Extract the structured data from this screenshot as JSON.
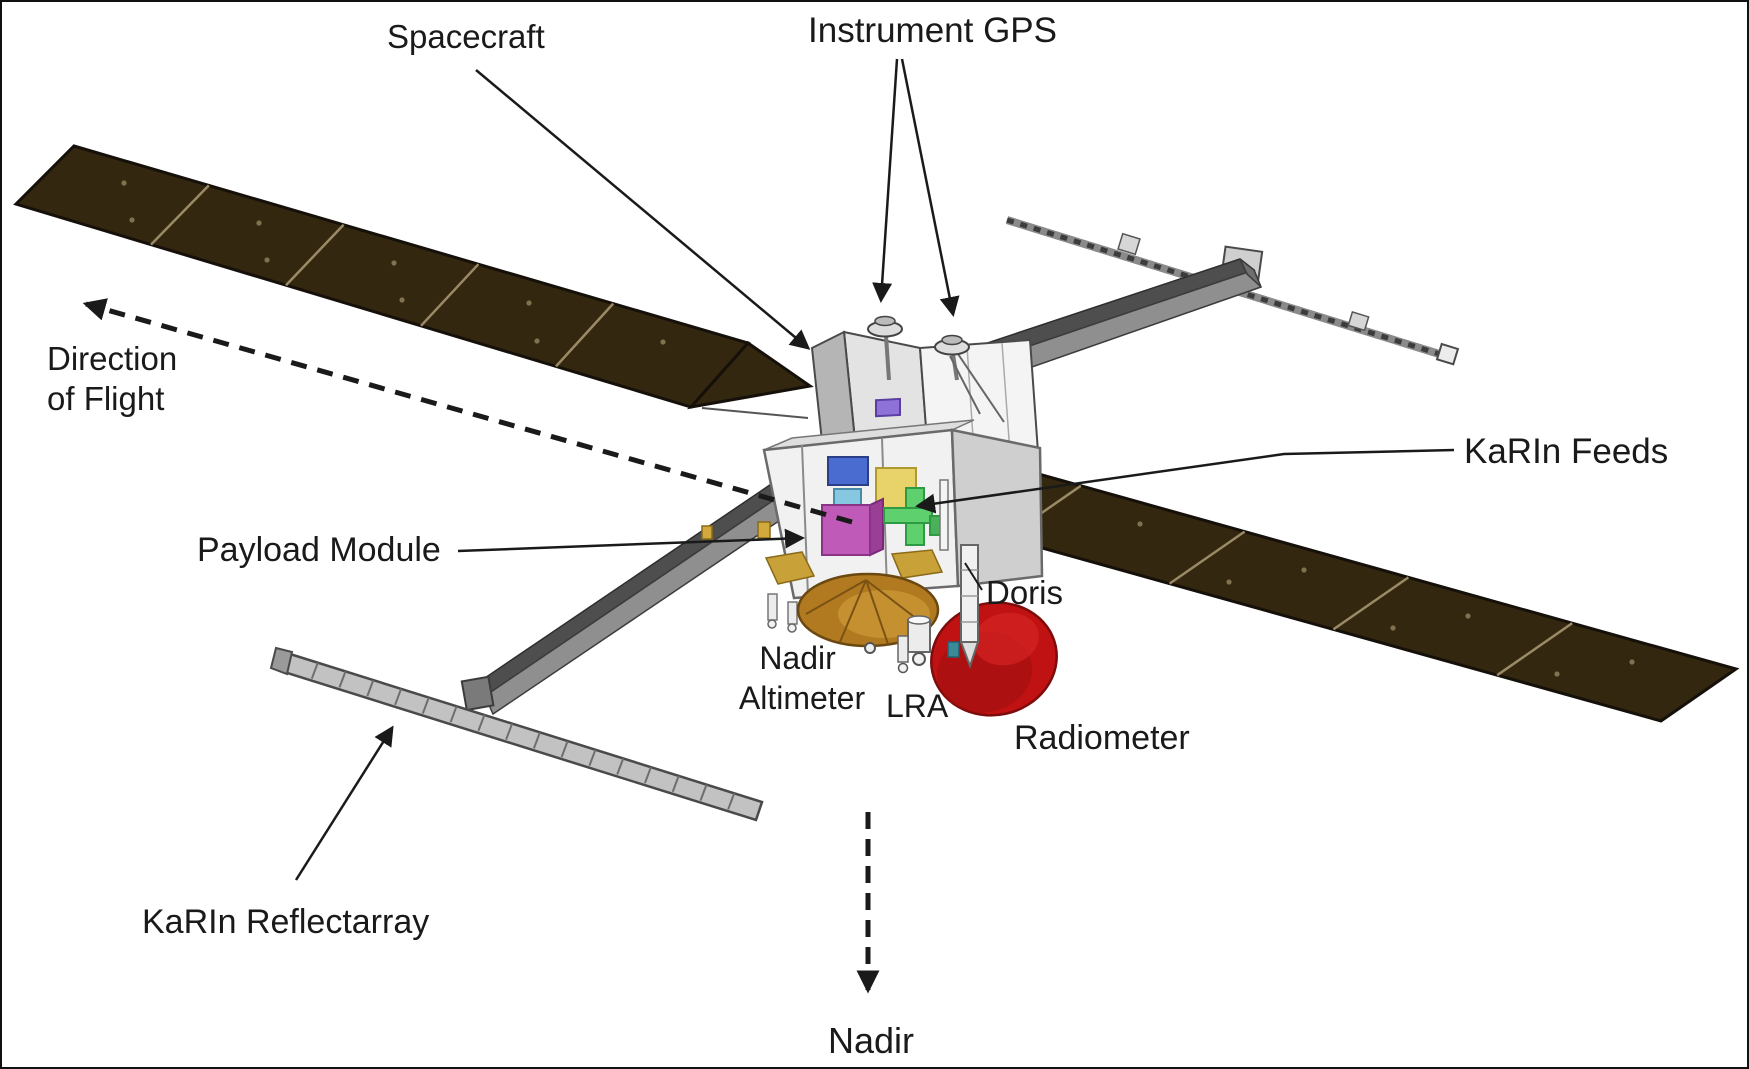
{
  "diagram": {
    "type": "satellite-annotated-diagram",
    "subject": "SWOT-style satellite exploded/labelled view",
    "labels": {
      "spacecraft": "Spacecraft",
      "instrument_gps": "Instrument GPS",
      "dof_line1": "Direction",
      "dof_line2": "of Flight",
      "payload_module": "Payload Module",
      "karin_feeds": "KaRIn Feeds",
      "doris": "Doris",
      "nadir_altimeter_line1": "Nadir",
      "nadir_altimeter_line2": "Altimeter",
      "lra": "LRA",
      "radiometer": "Radiometer",
      "karin_reflectarray": "KaRIn Reflectarray",
      "nadir_bottom": "Nadir"
    },
    "colors": {
      "solar_panel": "#33270f",
      "panel_divider": "#9b8a66",
      "mast_dark": "#4e4e4e",
      "mast_light": "#8f8f8f",
      "truss_gray": "#8a8a8a",
      "reflectarray": "#c2c2c2",
      "bus_gray": "#b5b5b5",
      "bus_front": "#e3e3e3",
      "module_side": "#cfcfcf",
      "altimeter_gold": "#b27a20",
      "radiometer_red": "#c01212",
      "box_blue": "#4a6bd0",
      "box_cyan": "#86c8e0",
      "box_purple": "#8f72d8",
      "box_magenta": "#c05ab8",
      "box_yellow": "#e8d36a",
      "box_green": "#5fd06e",
      "ink": "#1a1a1a",
      "background": "#ffffff"
    },
    "arrows": {
      "direction_of_flight_style": "dashed",
      "nadir_style": "dashed",
      "leader_style": "solid"
    }
  }
}
